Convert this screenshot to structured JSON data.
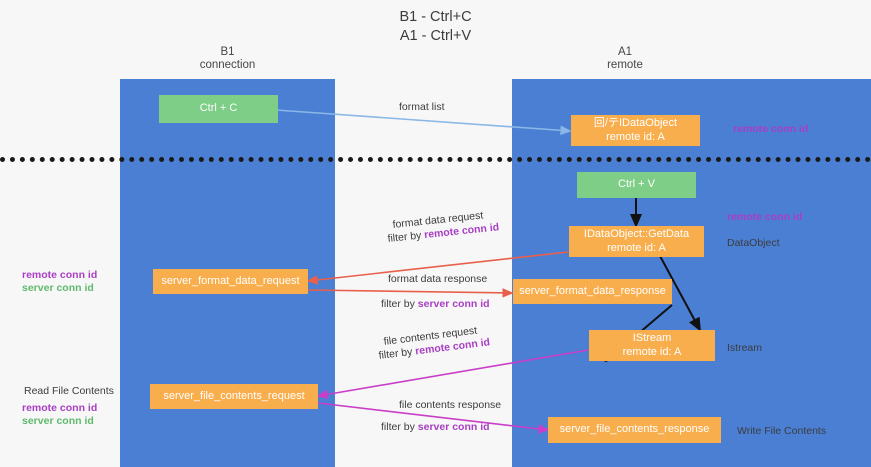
{
  "diagram": {
    "title": "B1 - Ctrl+C\nA1 - Ctrl+V",
    "colors": {
      "lane": "#4a7fd4",
      "green_box": "#7ece87",
      "orange_box": "#f9ae4d",
      "purple_text": "#a93ec4",
      "green_text": "#5fb96d",
      "blue_arrow": "#8ab6e8",
      "red_arrow": "#e8604c",
      "magenta_arrow": "#c93ec9",
      "black_arrow": "#111111",
      "background": "#f7f7f7"
    },
    "lanes": [
      {
        "id": "b1",
        "header": "B1\nconnection"
      },
      {
        "id": "a1",
        "header": "A1\nremote"
      }
    ],
    "boxes": {
      "ctrl_c": "Ctrl + C",
      "ctrl_v": "Ctrl + V",
      "idataobject_enum": "回/テIDataObject\nremote id: A",
      "idataobject_getdata": "IDataObject::GetData\nremote id: A",
      "server_format_data_request": "server_format_data_request",
      "server_format_data_response": "server_format_data_response",
      "istream": "IStream\nremote id: A",
      "server_file_contents_request": "server_file_contents_request",
      "server_file_contents_response": "server_file_contents_response"
    },
    "edge_labels": {
      "format_list": "format list",
      "format_data_request": "format data request",
      "format_data_request_filter_prefix": "filter by ",
      "format_data_request_filter_key": "remote conn id",
      "format_data_response": "format data response",
      "format_data_response_filter_prefix": "filter by ",
      "format_data_response_filter_key": "server conn id",
      "file_contents_request": "file contents request",
      "file_contents_request_filter_prefix": "filter by ",
      "file_contents_request_filter_key": "remote conn id",
      "file_contents_response": "file contents response",
      "file_contents_response_filter_prefix": "filter by ",
      "file_contents_response_filter_key": "server conn id"
    },
    "side_labels": {
      "right_remote_conn_id_top": "remote conn id",
      "right_remote_conn_id_mid": "remote conn id",
      "right_dataobject": "DataObject",
      "right_istream": "Istream",
      "right_write_file_contents": "Write File Contents",
      "left_remote_conn_id": "remote conn id",
      "left_server_conn_id": "server conn id",
      "left_read_file_contents": "Read File Contents",
      "left_remote_conn_id_2": "remote conn id",
      "left_server_conn_id_2": "server conn id"
    }
  }
}
